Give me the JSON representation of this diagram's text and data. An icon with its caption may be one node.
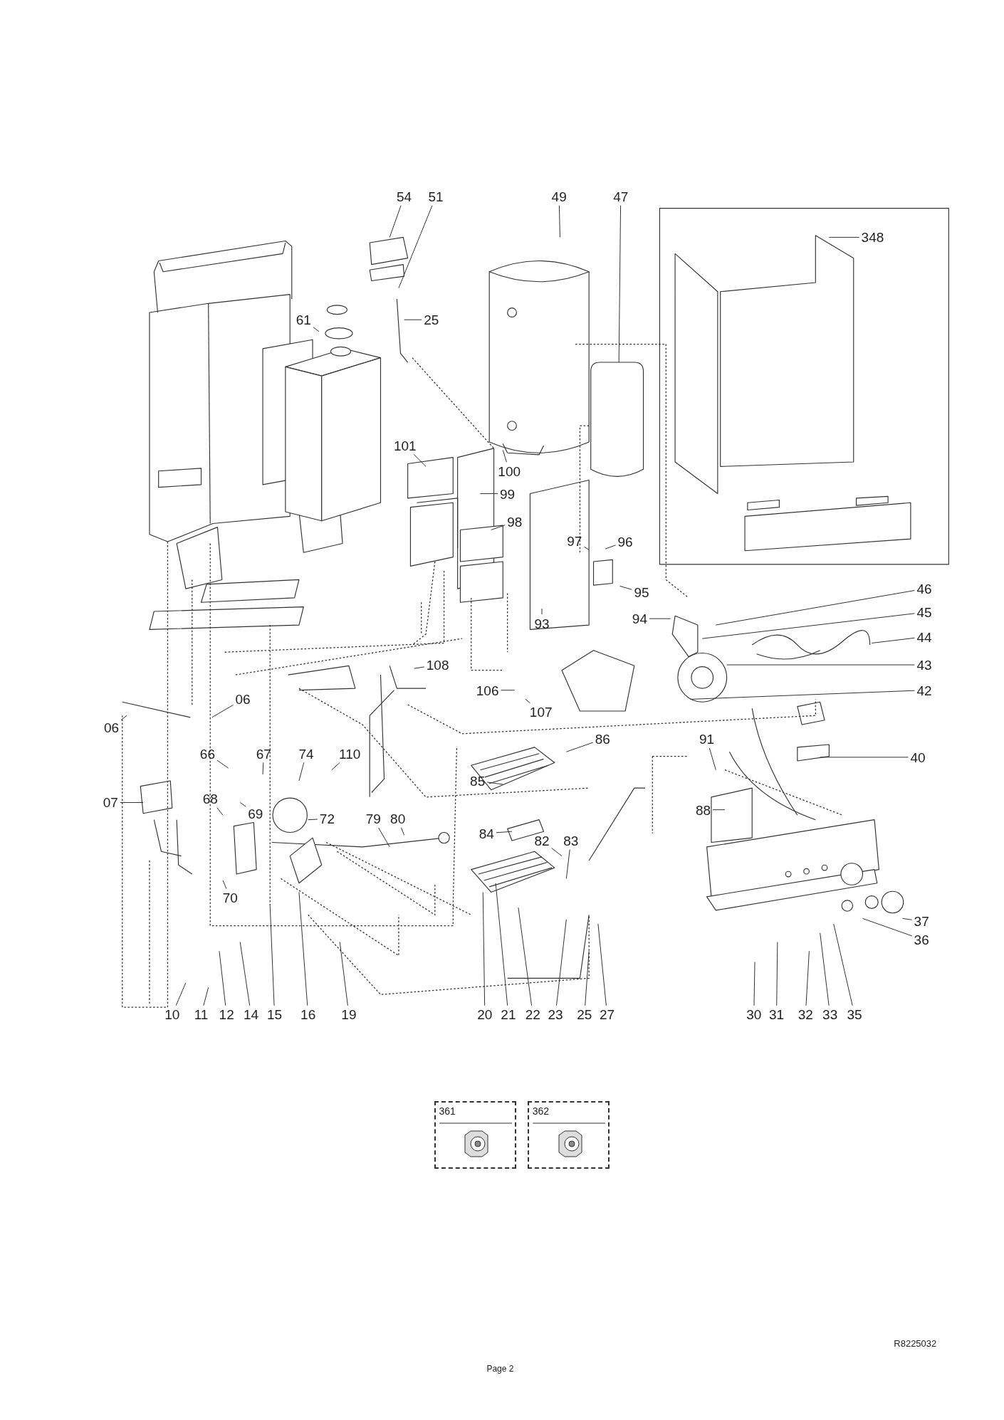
{
  "diagram": {
    "nodes": [
      {
        "text": [
          "54"
        ]
      },
      {
        "text": [
          "51"
        ]
      },
      {
        "text": [
          "49"
        ]
      },
      {
        "text": [
          "47"
        ]
      },
      {
        "text": [
          "348"
        ]
      },
      {
        "text": [
          "61"
        ]
      },
      {
        "text": [
          "25"
        ]
      },
      {
        "text": [
          "101"
        ]
      },
      {
        "text": [
          "100"
        ]
      },
      {
        "text": [
          "99"
        ]
      },
      {
        "text": [
          "98"
        ]
      },
      {
        "text": [
          "97"
        ]
      },
      {
        "text": [
          "96"
        ]
      },
      {
        "text": [
          "95"
        ]
      },
      {
        "text": [
          "46"
        ]
      },
      {
        "text": [
          "45"
        ]
      },
      {
        "text": [
          "94"
        ]
      },
      {
        "text": [
          "44"
        ]
      },
      {
        "text": [
          "93"
        ]
      },
      {
        "text": [
          "108"
        ]
      },
      {
        "text": [
          "43"
        ]
      },
      {
        "text": [
          "106"
        ]
      },
      {
        "text": [
          "107"
        ]
      },
      {
        "text": [
          "42"
        ]
      },
      {
        "text": [
          "06"
        ]
      },
      {
        "text": [
          "06"
        ]
      },
      {
        "text": [
          "86"
        ]
      },
      {
        "text": [
          "91"
        ]
      },
      {
        "text": [
          "40"
        ]
      },
      {
        "text": [
          "66"
        ]
      },
      {
        "text": [
          "67"
        ]
      },
      {
        "text": [
          "74"
        ]
      },
      {
        "text": [
          "110"
        ]
      },
      {
        "text": [
          "85"
        ]
      },
      {
        "text": [
          "07"
        ]
      },
      {
        "text": [
          "68"
        ]
      },
      {
        "text": [
          "69"
        ]
      },
      {
        "text": [
          "72"
        ]
      },
      {
        "text": [
          "79"
        ]
      },
      {
        "text": [
          "80"
        ]
      },
      {
        "text": [
          "88"
        ]
      },
      {
        "text": [
          "84"
        ]
      },
      {
        "text": [
          "82"
        ]
      },
      {
        "text": [
          "83"
        ]
      },
      {
        "text": [
          "70"
        ]
      },
      {
        "text": [
          "37"
        ]
      },
      {
        "text": [
          "36"
        ]
      },
      {
        "text": [
          "10"
        ]
      },
      {
        "text": [
          "11"
        ]
      },
      {
        "text": [
          "12"
        ]
      },
      {
        "text": [
          "14"
        ]
      },
      {
        "text": [
          "15"
        ]
      },
      {
        "text": [
          "16"
        ]
      },
      {
        "text": [
          "19"
        ]
      },
      {
        "text": [
          "20"
        ]
      },
      {
        "text": [
          "21"
        ]
      },
      {
        "text": [
          "22"
        ]
      },
      {
        "text": [
          "23"
        ]
      },
      {
        "text": [
          "25"
        ]
      },
      {
        "text": [
          "27"
        ]
      },
      {
        "text": [
          "30"
        ]
      },
      {
        "text": [
          "31"
        ]
      },
      {
        "text": [
          "32"
        ]
      },
      {
        "text": [
          "33"
        ]
      },
      {
        "text": [
          "35"
        ]
      },
      {
        "text": [
          "361"
        ]
      },
      {
        "text": [
          "362"
        ]
      }
    ],
    "edges": [
      {
        "from": 0,
        "to": null,
        "arrow": "none"
      },
      {
        "from": 1,
        "to": null,
        "arrow": "none"
      },
      {
        "from": 2,
        "to": null,
        "arrow": "none"
      },
      {
        "from": 3,
        "to": null,
        "arrow": "none"
      },
      {
        "from": 4,
        "to": null,
        "arrow": "none"
      },
      {
        "from": 5,
        "to": null,
        "arrow": "none"
      },
      {
        "from": 6,
        "to": null,
        "arrow": "none"
      },
      {
        "from": 7,
        "to": null,
        "arrow": "none"
      },
      {
        "from": 8,
        "to": null,
        "arrow": "none"
      },
      {
        "from": 9,
        "to": null,
        "arrow": "none"
      },
      {
        "from": 10,
        "to": null,
        "arrow": "none"
      },
      {
        "from": 11,
        "to": null,
        "arrow": "none"
      },
      {
        "from": 12,
        "to": null,
        "arrow": "none"
      },
      {
        "from": 13,
        "to": null,
        "arrow": "none"
      },
      {
        "from": 14,
        "to": null,
        "arrow": "none"
      },
      {
        "from": 15,
        "to": null,
        "arrow": "none"
      },
      {
        "from": 16,
        "to": null,
        "arrow": "none"
      },
      {
        "from": 17,
        "to": null,
        "arrow": "none"
      },
      {
        "from": 18,
        "to": null,
        "arrow": "none"
      },
      {
        "from": 19,
        "to": null,
        "arrow": "none"
      },
      {
        "from": 20,
        "to": null,
        "arrow": "none"
      },
      {
        "from": 21,
        "to": null,
        "arrow": "none"
      },
      {
        "from": 22,
        "to": null,
        "arrow": "none"
      },
      {
        "from": 23,
        "to": null,
        "arrow": "none"
      },
      {
        "from": 24,
        "to": null,
        "arrow": "none"
      },
      {
        "from": 25,
        "to": null,
        "arrow": "none"
      },
      {
        "from": 26,
        "to": null,
        "arrow": "none"
      },
      {
        "from": 27,
        "to": null,
        "arrow": "none"
      },
      {
        "from": 28,
        "to": null,
        "arrow": "none"
      },
      {
        "from": 29,
        "to": null,
        "arrow": "none"
      },
      {
        "from": 30,
        "to": null,
        "arrow": "none"
      },
      {
        "from": 31,
        "to": null,
        "arrow": "none"
      },
      {
        "from": 32,
        "to": null,
        "arrow": "none"
      },
      {
        "from": 33,
        "to": null,
        "arrow": "none"
      },
      {
        "from": 34,
        "to": null,
        "arrow": "none"
      },
      {
        "from": 35,
        "to": null,
        "arrow": "none"
      },
      {
        "from": 36,
        "to": null,
        "arrow": "none"
      },
      {
        "from": 37,
        "to": null,
        "arrow": "none"
      },
      {
        "from": 38,
        "to": null,
        "arrow": "none"
      },
      {
        "from": 39,
        "to": null,
        "arrow": "none"
      },
      {
        "from": 40,
        "to": null,
        "arrow": "none"
      },
      {
        "from": 41,
        "to": null,
        "arrow": "none"
      },
      {
        "from": 42,
        "to": null,
        "arrow": "none"
      },
      {
        "from": 43,
        "to": null,
        "arrow": "none"
      },
      {
        "from": 44,
        "to": null,
        "arrow": "none"
      },
      {
        "from": 45,
        "to": null,
        "arrow": "none"
      },
      {
        "from": 46,
        "to": null,
        "arrow": "none"
      },
      {
        "from": 47,
        "to": null,
        "arrow": "none"
      },
      {
        "from": 48,
        "to": null,
        "arrow": "none"
      },
      {
        "from": 49,
        "to": null,
        "arrow": "none"
      },
      {
        "from": 50,
        "to": null,
        "arrow": "none"
      },
      {
        "from": 51,
        "to": null,
        "arrow": "none"
      },
      {
        "from": 52,
        "to": null,
        "arrow": "none"
      },
      {
        "from": 53,
        "to": null,
        "arrow": "none"
      },
      {
        "from": 54,
        "to": null,
        "arrow": "none"
      },
      {
        "from": 55,
        "to": null,
        "arrow": "none"
      },
      {
        "from": 56,
        "to": null,
        "arrow": "none"
      },
      {
        "from": 57,
        "to": null,
        "arrow": "none"
      },
      {
        "from": 58,
        "to": null,
        "arrow": "none"
      },
      {
        "from": 59,
        "to": null,
        "arrow": "none"
      },
      {
        "from": 60,
        "to": null,
        "arrow": "none"
      },
      {
        "from": 61,
        "to": null,
        "arrow": "none"
      },
      {
        "from": 62,
        "to": null,
        "arrow": "none"
      },
      {
        "from": 63,
        "to": null,
        "arrow": "none"
      },
      {
        "from": 64,
        "to": null,
        "arrow": "none"
      }
    ],
    "labels": [
      "R8225032",
      "Page 2"
    ]
  }
}
